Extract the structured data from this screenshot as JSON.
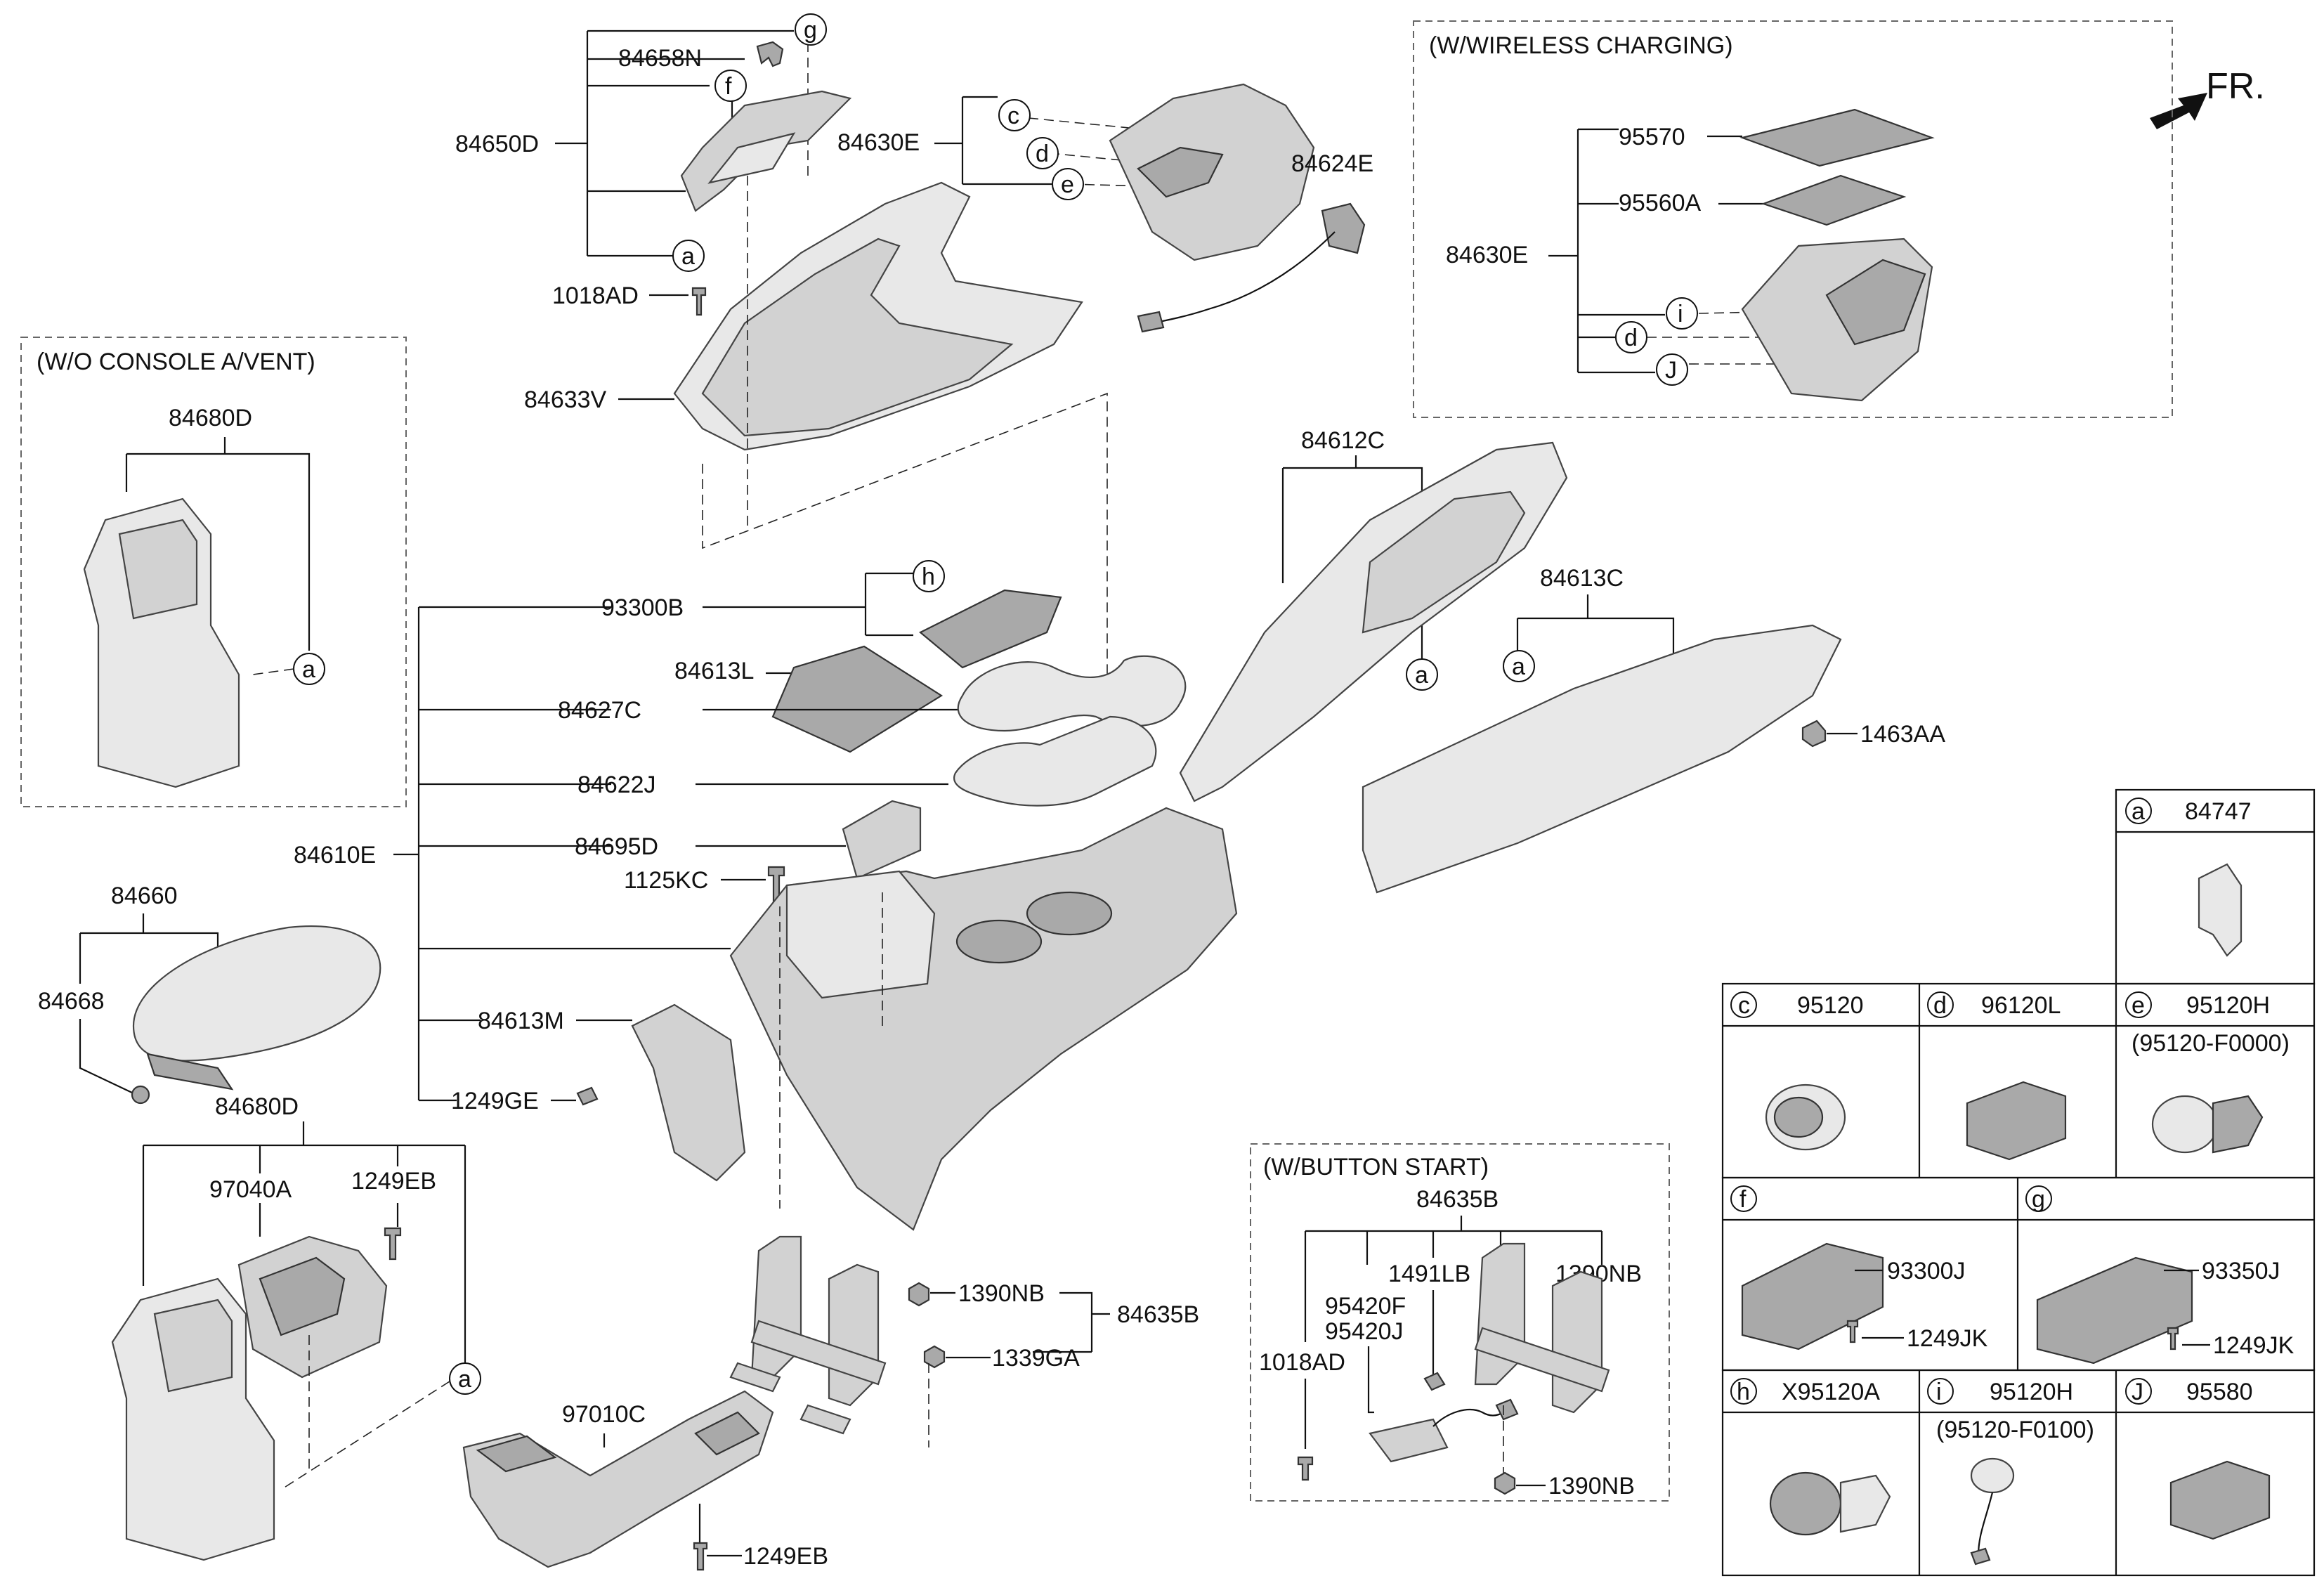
{
  "direction_label": "FR.",
  "groups": {
    "wo_console_vent": "(W/O  CONSOLE A/VENT)",
    "wireless_charging": "(W/WIRELESS CHARGING)",
    "button_start": "(W/BUTTON START)"
  },
  "parts": {
    "p84658N": "84658N",
    "p84650D": "84650D",
    "p1018AD_top": "1018AD",
    "p84633V": "84633V",
    "p84630E": "84630E",
    "p84624E": "84624E",
    "p84680D_a": "84680D",
    "p93300B": "93300B",
    "p84613L": "84613L",
    "p84627C": "84627C",
    "p84622J": "84622J",
    "p84695D": "84695D",
    "p84610E": "84610E",
    "p1125KC": "1125KC",
    "p84660": "84660",
    "p84668": "84668",
    "p84613M": "84613M",
    "p1249GE": "1249GE",
    "p84680D_b": "84680D",
    "p97040A": "97040A",
    "p1249EB_a": "1249EB",
    "p97010C": "97010C",
    "p1249EB_b": "1249EB",
    "p1390NB_a": "1390NB",
    "p84635B_a": "84635B",
    "p1339GA": "1339GA",
    "p84612C": "84612C",
    "p84613C": "84613C",
    "p1463AA": "1463AA",
    "p95570": "95570",
    "p95560A": "95560A",
    "p84630E_w": "84630E",
    "p84635B_b": "84635B",
    "p1491LB": "1491LB",
    "p1390NB_b": "1390NB",
    "p95420F": "95420F",
    "p95420J": "95420J",
    "p1018AD_bs": "1018AD",
    "p1390NB_c": "1390NB"
  },
  "callout_letters": {
    "a": "a",
    "c": "c",
    "d": "d",
    "e": "e",
    "f": "f",
    "g": "g",
    "h": "h",
    "i": "i",
    "J": "J"
  },
  "legend": {
    "a": {
      "key": "a",
      "part": "84747"
    },
    "c": {
      "key": "c",
      "part": "95120"
    },
    "d": {
      "key": "d",
      "part": "96120L"
    },
    "e": {
      "key": "e",
      "part": "95120H",
      "sub": "(95120-F0000)"
    },
    "f": {
      "key": "f",
      "part": "93300J",
      "screw": "1249JK"
    },
    "g": {
      "key": "g",
      "part": "93350J",
      "screw": "1249JK"
    },
    "h": {
      "key": "h",
      "part": "X95120A"
    },
    "i": {
      "key": "i",
      "part": "95120H",
      "sub": "(95120-F0100)"
    },
    "J": {
      "key": "J",
      "part": "95580"
    }
  }
}
